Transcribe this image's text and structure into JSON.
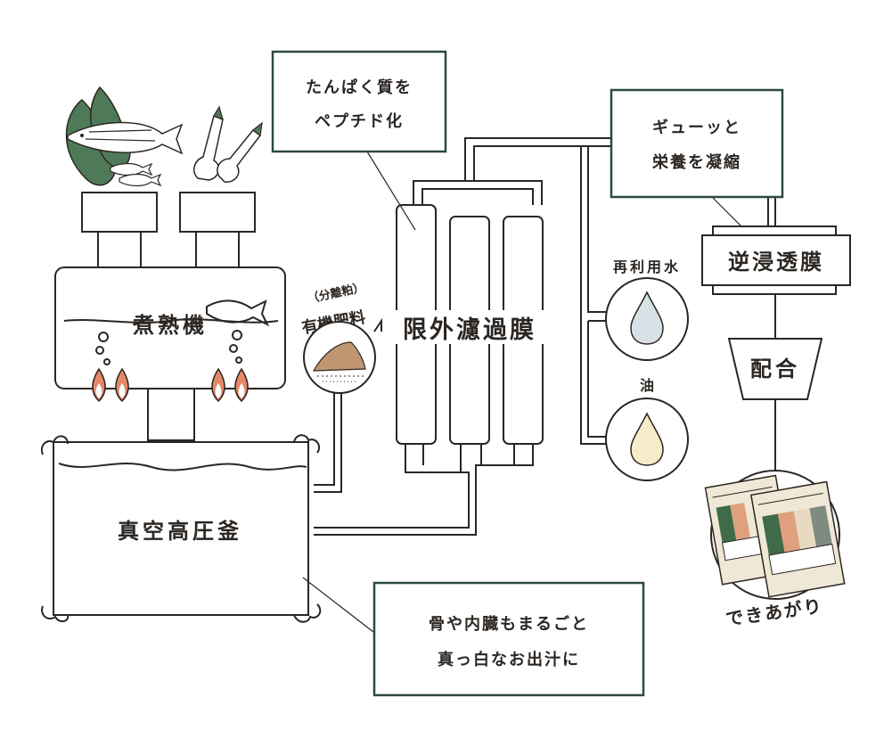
{
  "labels": {
    "boiler": "煮熟機",
    "pressure_cooker": "真空高圧釜",
    "ultrafiltration": "限外濾過膜",
    "reverse_osmosis": "逆浸透膜",
    "blending": "配合",
    "finished": "できあがり",
    "fertilizer_sub": "（分離粕）",
    "fertilizer": "有機肥料",
    "recycled_water": "再利用水",
    "oil": "油"
  },
  "callouts": {
    "peptide_line1": "たんぱく質を",
    "peptide_line2": "ペプチド化",
    "concentrate_line1": "ギューッと",
    "concentrate_line2": "栄養を凝縮",
    "broth_line1": "骨や内臓もまるごと",
    "broth_line2": "真っ白なお出汁に"
  },
  "colors": {
    "line": "#2b2622",
    "callout_border": "#2d4a3e",
    "leaf": "#4f7a58",
    "flame": "#e5886a",
    "water_drop": "#d7e1e6",
    "oil_drop": "#f6ecc9",
    "fertilizer": "#c09670",
    "package_bg": "#efe8d6",
    "package_green": "#3f6b48",
    "package_orange": "#dfa07e",
    "package_beige": "#e8d9c1",
    "package_gray": "#7f8a80"
  }
}
